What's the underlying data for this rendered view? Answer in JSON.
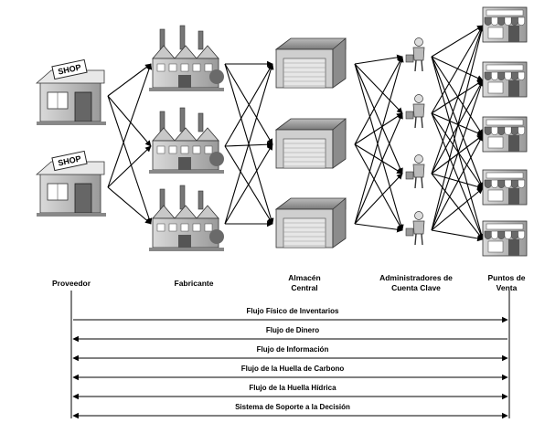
{
  "stages": [
    {
      "key": "proveedor",
      "label": "Proveedor"
    },
    {
      "key": "fabricante",
      "label": "Fabricante"
    },
    {
      "key": "almacen",
      "label": "Almacén Central"
    },
    {
      "key": "administradores",
      "label": "Administradores de Cuenta Clave"
    },
    {
      "key": "puntos_venta",
      "label": "Puntos de Venta"
    }
  ],
  "shop_sign": "SHOP",
  "flows": [
    {
      "label": "Flujo Físico de Inventarios",
      "direction": "forward"
    },
    {
      "label": "Flujo de Dinero",
      "direction": "backward"
    },
    {
      "label": "Flujo de Información",
      "direction": "both"
    },
    {
      "label": "Flujo de la Huella de Carbono",
      "direction": "both"
    },
    {
      "label": "Flujo de la Huella Hídrica",
      "direction": "both"
    },
    {
      "label": "Sistema de Soporte a la Decisión",
      "direction": "both"
    }
  ]
}
